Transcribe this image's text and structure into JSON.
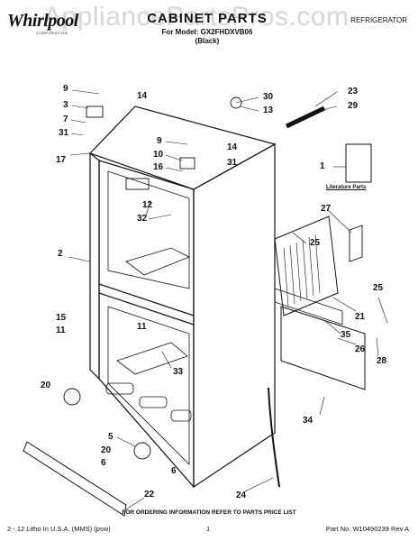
{
  "watermark": "AppliancePartsPros.com",
  "header": {
    "brand": "Whirlpool",
    "brand_sub": "CORPORATION",
    "title": "CABINET PARTS",
    "model_line": "For Model: GX2FHDXVB06",
    "color_line": "(Black)",
    "category": "REFRIGERATOR"
  },
  "literature_label": "Literature Parts",
  "callouts": [
    "9",
    "14",
    "3",
    "7",
    "31",
    "17",
    "30",
    "13",
    "23",
    "29",
    "9",
    "14",
    "10",
    "16",
    "31",
    "1",
    "12",
    "32",
    "27",
    "2",
    "25",
    "15",
    "11",
    "11",
    "21",
    "25",
    "35",
    "26",
    "33",
    "28",
    "20",
    "5",
    "20",
    "6",
    "34",
    "24",
    "6",
    "22"
  ],
  "footer": {
    "order_note": "FOR ORDERING INFORMATION REFER TO PARTS PRICE LIST",
    "print_info": "2 - 12 Litho In U.S.A. (MMS) (psw)",
    "page": "1",
    "part_no": "Part No. W10490239 Rev A"
  }
}
